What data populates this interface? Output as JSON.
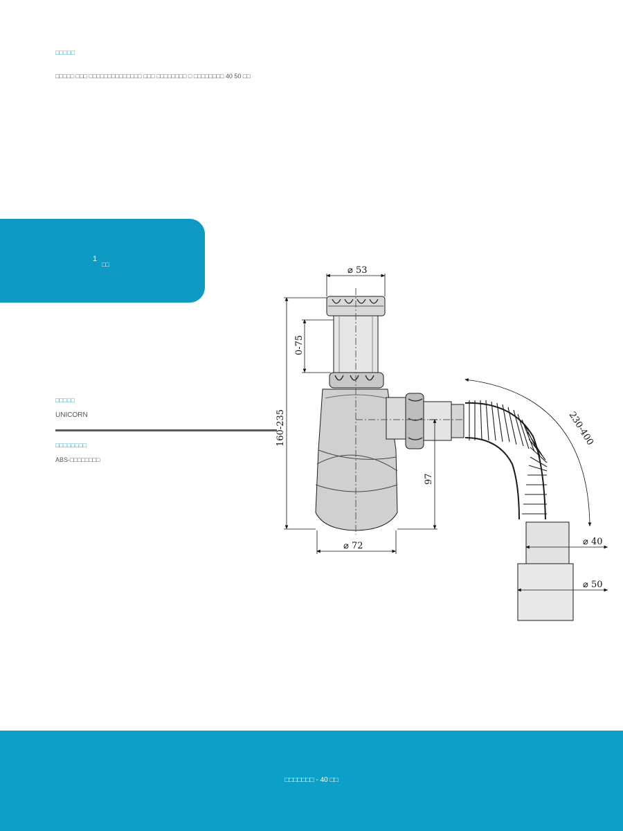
{
  "product": {
    "desc_label": "□□□□□",
    "desc_text": "□□□□□ □□□ □□□□□□□□□□□□□□ □□□ □□□□□□□□ □ □□□□□□□□ 40 50 □□"
  },
  "badge": {
    "number": "1",
    "unit": "□□"
  },
  "brand": {
    "label": "□□□□□",
    "value": "UNICORN"
  },
  "material": {
    "label": "□□□□□□□□",
    "value": "ABS-□□□□□□□□"
  },
  "footer": {
    "text": "□□□□□□□ - 40 □□"
  },
  "drawing": {
    "dim_top": "53",
    "dim_bottom": "72",
    "dim_outlet_1": "40",
    "dim_outlet_2": "50",
    "dim_height": "160-235",
    "dim_extension": "0-75",
    "dim_outlet_height": "97",
    "dim_hose": "230-400"
  },
  "colors": {
    "accent": "#0f9ac4",
    "label": "#1a9fc9"
  }
}
